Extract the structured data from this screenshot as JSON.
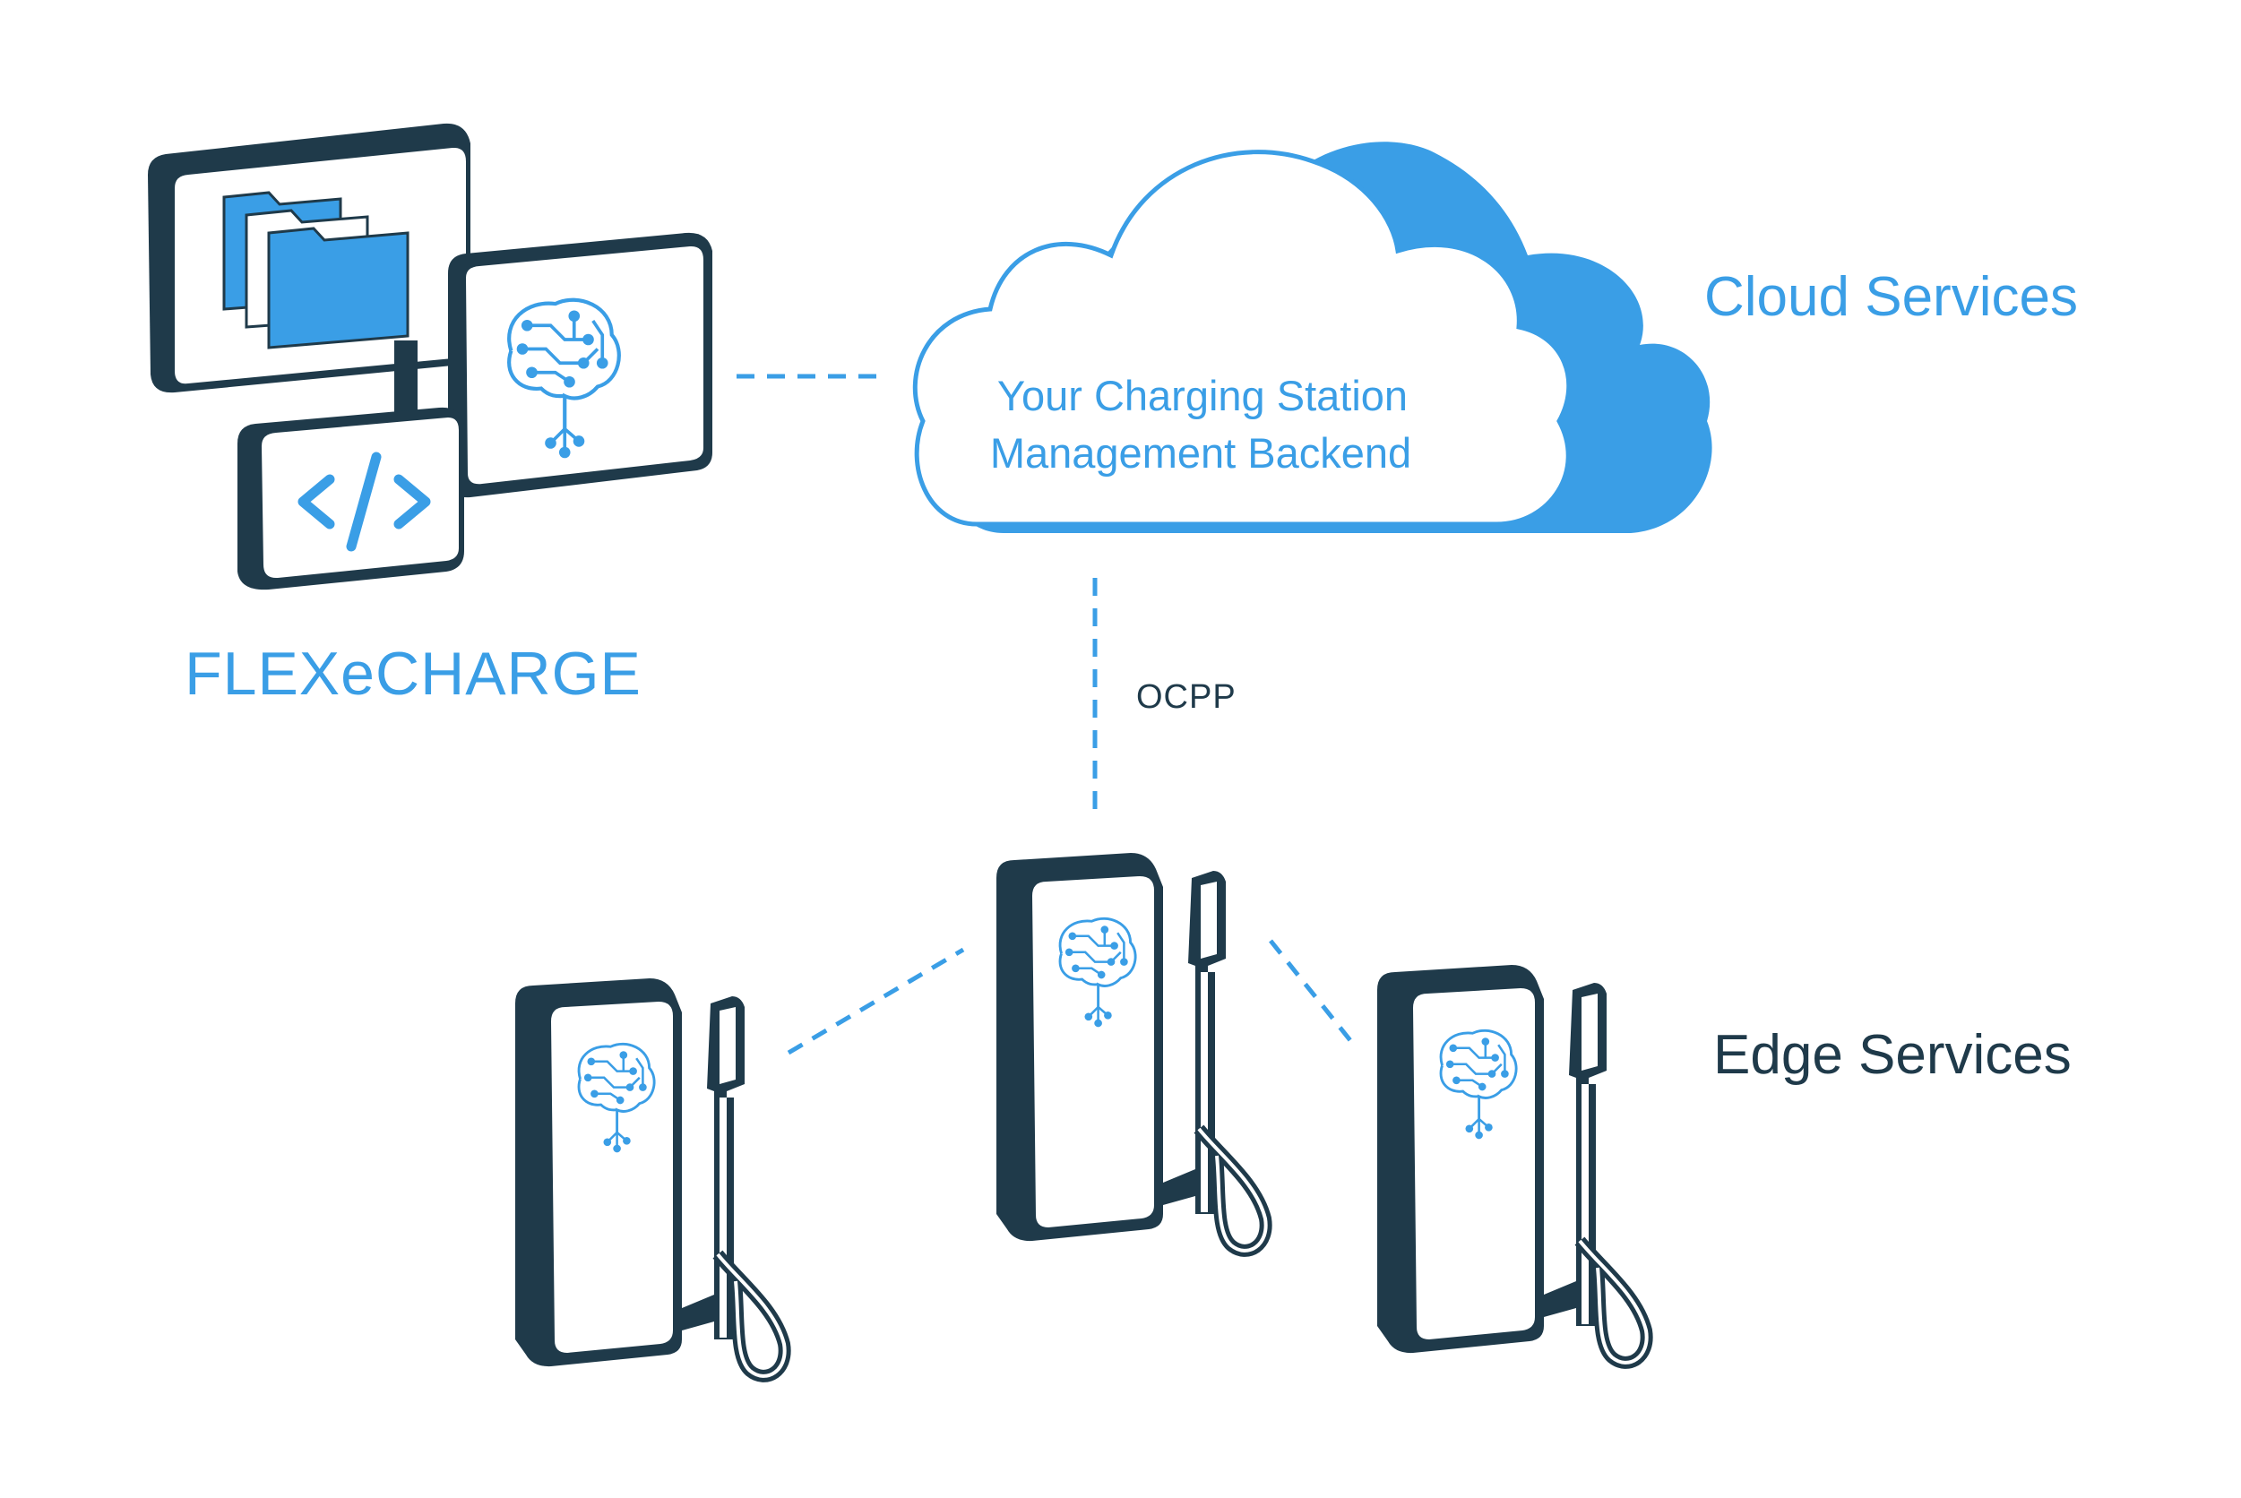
{
  "colors": {
    "accent": "#3a9ee6",
    "dark": "#1f3a4a",
    "background": "#ffffff"
  },
  "labels": {
    "brand": "FLEXeCHARGE",
    "cloud_services": "Cloud Services",
    "edge_services": "Edge Services",
    "backend_line1": "Your Charging Station",
    "backend_line2": "Management Backend",
    "protocol": "OCPP"
  },
  "icons": {
    "app_windows": "folder-icon",
    "code": "code-icon",
    "brain": "brain-circuit-icon",
    "cloud": "cloud-icon",
    "charger": "ev-charger-icon"
  }
}
